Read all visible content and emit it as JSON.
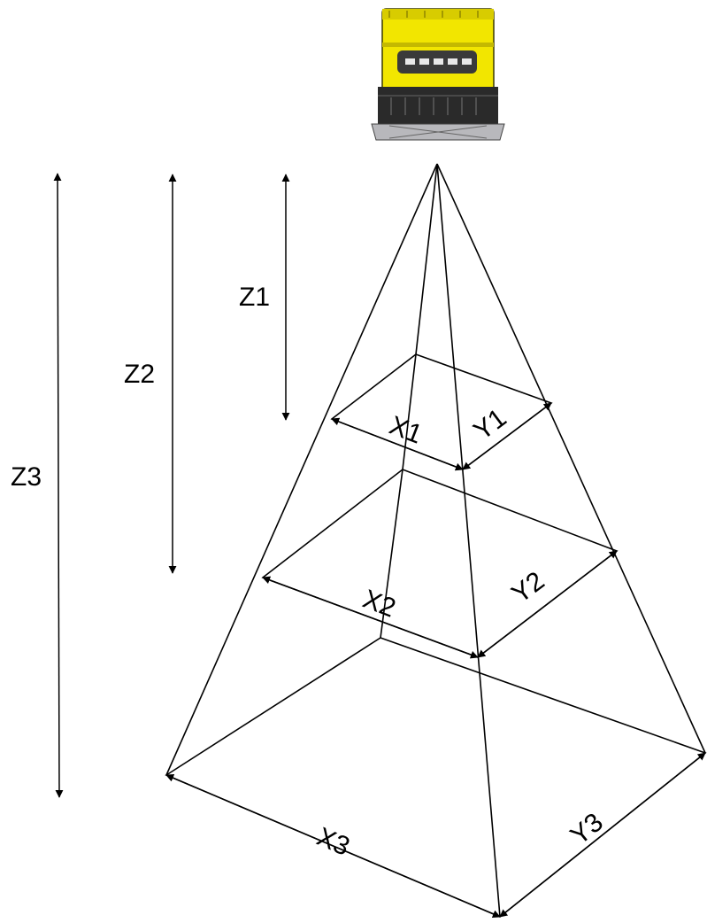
{
  "labels": {
    "z1": "Z1",
    "z2": "Z2",
    "z3": "Z3",
    "x1": "X1",
    "x2": "X2",
    "x3": "X3",
    "y1": "Y1",
    "y2": "Y2",
    "y3": "Y3"
  },
  "colors": {
    "camera_body": "#f2e600",
    "camera_base": "#2a2a2a",
    "line": "#000000"
  }
}
